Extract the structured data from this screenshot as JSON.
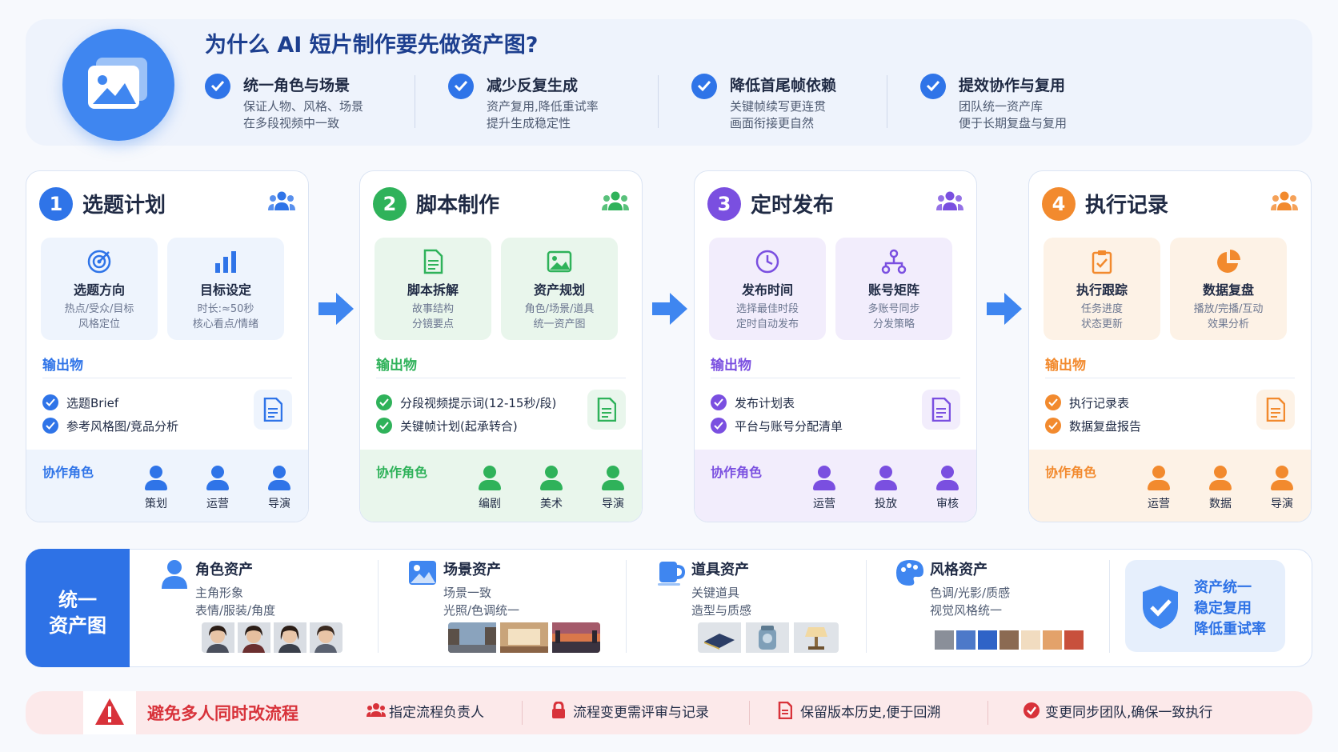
{
  "header": {
    "title": "为什么 AI 短片制作要先做资产图?",
    "reasons": [
      {
        "title": "统一角色与场景",
        "line1": "保证人物、风格、场景",
        "line2": "在多段视频中一致"
      },
      {
        "title": "减少反复生成",
        "line1": "资产复用,降低重试率",
        "line2": "提升生成稳定性"
      },
      {
        "title": "降低首尾帧依赖",
        "line1": "关键帧续写更连贯",
        "line2": "画面衔接更自然"
      },
      {
        "title": "提效协作与复用",
        "line1": "团队统一资产库",
        "line2": "便于长期复盘与复用"
      }
    ]
  },
  "stages": [
    {
      "num": "1",
      "title": "选题计划",
      "accent": "#2f74e8",
      "tiles": [
        {
          "title": "选题方向",
          "line1": "热点/受众/目标",
          "line2": "风格定位",
          "icon": "target-icon"
        },
        {
          "title": "目标设定",
          "line1": "时长:≈50秒",
          "line2": "核心看点/情绪",
          "icon": "bar-chart-icon"
        }
      ],
      "output_label": "输出物",
      "outputs": [
        "选题Brief",
        "参考风格图/竞品分析"
      ],
      "roles_label": "协作角色",
      "roles": [
        "策划",
        "运营",
        "导演"
      ]
    },
    {
      "num": "2",
      "title": "脚本制作",
      "accent": "#2fb25a",
      "tiles": [
        {
          "title": "脚本拆解",
          "line1": "故事结构",
          "line2": "分镜要点",
          "icon": "document-icon"
        },
        {
          "title": "资产规划",
          "line1": "角色/场景/道具",
          "line2": "统一资产图",
          "icon": "image-icon"
        }
      ],
      "output_label": "输出物",
      "outputs": [
        "分段视频提示词(12-15秒/段)",
        "关键帧计划(起承转合)"
      ],
      "roles_label": "协作角色",
      "roles": [
        "编剧",
        "美术",
        "导演"
      ]
    },
    {
      "num": "3",
      "title": "定时发布",
      "accent": "#7a4fe0",
      "tiles": [
        {
          "title": "发布时间",
          "line1": "选择最佳时段",
          "line2": "定时自动发布",
          "icon": "clock-icon"
        },
        {
          "title": "账号矩阵",
          "line1": "多账号同步",
          "line2": "分发策略",
          "icon": "network-icon"
        }
      ],
      "output_label": "输出物",
      "outputs": [
        "发布计划表",
        "平台与账号分配清单"
      ],
      "roles_label": "协作角色",
      "roles": [
        "运营",
        "投放",
        "审核"
      ]
    },
    {
      "num": "4",
      "title": "执行记录",
      "accent": "#f28a2e",
      "tiles": [
        {
          "title": "执行跟踪",
          "line1": "任务进度",
          "line2": "状态更新",
          "icon": "clipboard-check-icon"
        },
        {
          "title": "数据复盘",
          "line1": "播放/完播/互动",
          "line2": "效果分析",
          "icon": "pie-chart-icon"
        }
      ],
      "output_label": "输出物",
      "outputs": [
        "执行记录表",
        "数据复盘报告"
      ],
      "roles_label": "协作角色",
      "roles": [
        "运营",
        "数据",
        "导演"
      ]
    }
  ],
  "assets": {
    "unify_line1": "统一",
    "unify_line2": "资产图",
    "groups": [
      {
        "title": "角色资产",
        "line1": "主角形象",
        "line2": "表情/服装/角度",
        "icon": "person-icon"
      },
      {
        "title": "场景资产",
        "line1": "场景一致",
        "line2": "光照/色调统一",
        "icon": "landscape-icon"
      },
      {
        "title": "道具资产",
        "line1": "关键道具",
        "line2": "造型与质感",
        "icon": "cup-icon"
      },
      {
        "title": "风格资产",
        "line1": "色调/光影/质感",
        "line2": "视觉风格统一",
        "icon": "palette-icon"
      }
    ],
    "palette": [
      "#8a8f99",
      "#4d79c9",
      "#2f63c7",
      "#8b6a52",
      "#f1dcc0",
      "#e3a26a",
      "#c8503c"
    ],
    "benefit": [
      "资产统一",
      "稳定复用",
      "降低重试率"
    ]
  },
  "warning": {
    "title": "避免多人同时改流程",
    "items": [
      {
        "text": "指定流程负责人",
        "icon": "group-icon"
      },
      {
        "text": "流程变更需评审与记录",
        "icon": "lock-icon"
      },
      {
        "text": "保留版本历史,便于回溯",
        "icon": "file-icon"
      },
      {
        "text": "变更同步团队,确保一致执行",
        "icon": "check-circle-icon"
      }
    ]
  }
}
